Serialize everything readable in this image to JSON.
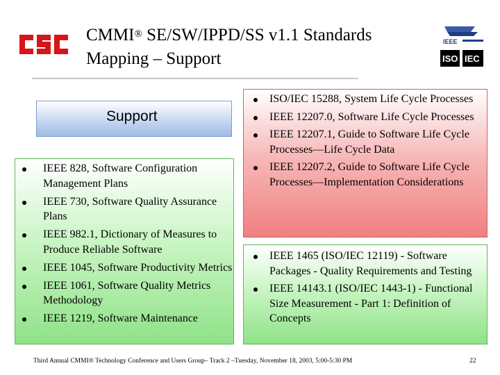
{
  "header": {
    "logo_text": "CSC",
    "title_part1": "CMMI",
    "title_reg": "®",
    "title_part2": " SE/SW/IPPD/SS v1.1 Standards",
    "title_line2": "Mapping – Support",
    "std_logos": [
      "IEEE",
      "ISO",
      "IEC"
    ]
  },
  "support_box": {
    "label": "Support"
  },
  "left_list": [
    "IEEE 828, Software Configuration Management Plans",
    "IEEE 730, Software Quality Assurance Plans",
    "IEEE 982.1, Dictionary of Measures to Produce Reliable Software",
    "IEEE 1045, Software Productivity Metrics",
    "IEEE 1061, Software Quality Metrics Methodology",
    "IEEE 1219, Software Maintenance"
  ],
  "right_list_red": [
    "ISO/IEC 15288, System Life Cycle Processes",
    "IEEE 12207.0, Software Life Cycle Processes",
    " IEEE 12207.1, Guide to Software Life Cycle Processes—Life Cycle Data",
    " IEEE 12207.2, Guide to Software Life Cycle Processes—Implementation Considerations"
  ],
  "right_list_green": [
    "IEEE 1465 (ISO/IEC 12119) - Software Packages - Quality Requirements and Testing",
    "IEEE 14143.1 (ISO/IEC 1443-1) - Functional Size Measurement - Part 1: Definition of Concepts"
  ],
  "footer": {
    "text": "Third Annual CMMI® Technology Conference and Users Group– Track 2 –Tuesday, November 18, 2003, 5:00-5:30 PM",
    "page": "22"
  },
  "colors": {
    "logo_red": "#d7141a",
    "red_box": "#f07f7f",
    "green_box": "#8fe287",
    "blue_box": "#9fbbe6"
  }
}
